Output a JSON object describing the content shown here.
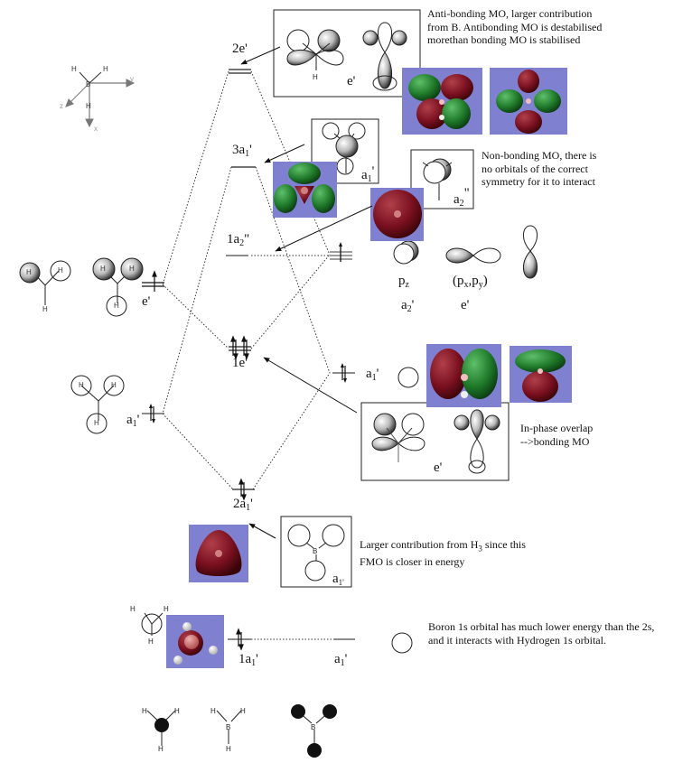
{
  "axes_widget": {
    "labels": {
      "x": "x",
      "y": "y",
      "z": "z",
      "center": "B",
      "h": "H"
    }
  },
  "levels": {
    "2e": {
      "label": "2e'",
      "electrons": 0
    },
    "3a1": {
      "label_main": "3a",
      "label_sub": "1",
      "label_prime": "'",
      "electrons": 0
    },
    "1a2": {
      "label_main": "1a",
      "label_sub": "2",
      "label_prime": "\"",
      "electrons": 0
    },
    "1e": {
      "label": "1e'",
      "electrons": 4
    },
    "2a1": {
      "label_main": "2a",
      "label_sub": "1",
      "label_prime": "'",
      "electrons": 2
    },
    "1a1": {
      "label_main": "1a",
      "label_sub": "1",
      "label_prime": "'",
      "electrons": 2
    }
  },
  "left_fragment": {
    "e_label": "e'",
    "a1_label_main": "a",
    "a1_label_sub": "1",
    "a1_label_prime": "'",
    "atom_label": "H"
  },
  "right_fragment": {
    "p_set_electrons": 1,
    "a1_label_main": "a",
    "a1_label_sub": "1",
    "a1_label_prime": "'",
    "a1_low_label_main": "a",
    "a1_low_label_sub": "1",
    "a1_low_label_prime": "'",
    "pz_label_main": "p",
    "pz_label_sub": "z",
    "pxpy_label": "(pₓ,pᵧ)",
    "pxpy_label_parts": {
      "open": "(p",
      "x": "x",
      "mid": ",p",
      "y": "y",
      "close": ")"
    },
    "a2_label_main": "a",
    "a2_label_sub": "2",
    "a2_label_prime": "'",
    "e_label": "e'"
  },
  "boxes": {
    "antibonding_e": {
      "sym": "e'",
      "atom": "H"
    },
    "a1_top": {
      "sym_main": "a",
      "sym_sub": "1",
      "sym_prime": "'"
    },
    "a2": {
      "sym_main": "a",
      "sym_sub": "2",
      "sym_prime": "\""
    },
    "bonding_e": {
      "sym": "e'"
    },
    "a1_low": {
      "sym_main": "a",
      "sym_sub": "1'",
      "atom": "B"
    }
  },
  "notes": {
    "antibonding": "Anti-bonding MO, larger contribution\nfrom B. Antibonding MO is destabilised\nmorethan bonding MO is stabilised",
    "nonbonding": "Non-bonding MO, there is\nno orbitals of the correct\nsymmetry for it to interact",
    "inphase": "In-phase overlap\n-->bonding MO",
    "larger_main": "Larger contribution from H",
    "larger_sub": "3",
    "larger_rest": " since this",
    "larger_line2": "FMO is closer in energy",
    "boron1s": "Boron 1s orbital has much lower energy than the 2s,\nand it interacts with Hydrogen 1s orbital."
  },
  "bottom_structures": {
    "h": "H",
    "b": "B"
  },
  "colors": {
    "mo_background": "#8080d0",
    "lobe_red": "#7a1020",
    "lobe_green": "#1f7a2a",
    "line": "#222222",
    "dotted": "#333333"
  }
}
